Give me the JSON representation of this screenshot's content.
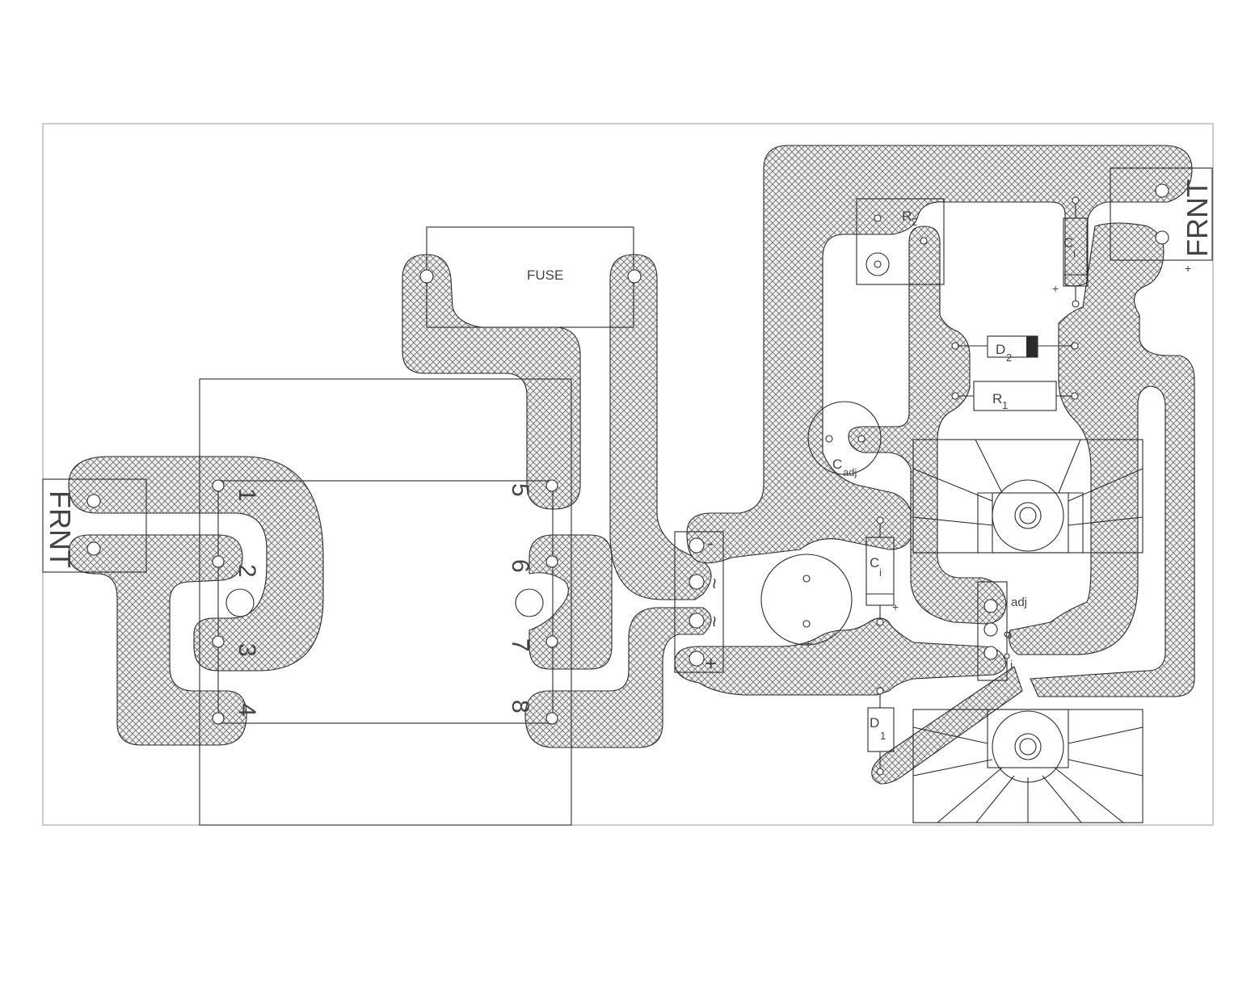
{
  "labels": {
    "fuse": "FUSE",
    "frnt_left": "FRNT",
    "frnt_right": "FRNT",
    "pin1": "1",
    "pin2": "2",
    "pin3": "3",
    "pin4": "4",
    "pin5": "5",
    "pin6": "6",
    "pin7": "7",
    "pin8": "8",
    "bridge_minus": "-",
    "bridge_ac1": "~",
    "bridge_ac2": "~",
    "bridge_plus": "+",
    "cap_plus": "+",
    "ci_plus": "+",
    "ci_top_plus": "+",
    "frnt_plus": "+",
    "r2": "R",
    "r2_sub": "2",
    "r1": "R",
    "r1_sub": "1",
    "d2": "D",
    "d2_sub": "2",
    "d1": "D",
    "d1_sub": "1",
    "ci_top": "C",
    "ci_top_sub": "i",
    "ci_mid": "C",
    "ci_mid_sub": "i",
    "cadj": "C",
    "cadj_sub": "adj",
    "reg_adj": "adj",
    "reg_o": "o",
    "reg_i": "i"
  }
}
